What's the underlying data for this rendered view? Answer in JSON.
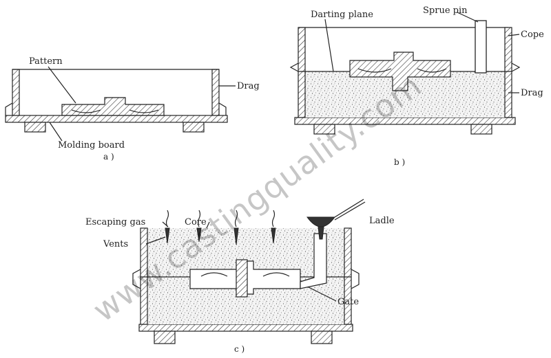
{
  "figure_a": {
    "labels": {
      "pattern": "Pattern",
      "drag": "Drag",
      "molding_board": "Molding board"
    },
    "caption": "a )"
  },
  "figure_b": {
    "labels": {
      "parting_plane": "Darting plane",
      "sprue_pin": "Sprue pin",
      "cope": "Cope",
      "drag": "Drag"
    },
    "caption": "b )"
  },
  "figure_c": {
    "labels": {
      "escaping_gas": "Escaping gas",
      "core": "Core",
      "ladle": "Ladle",
      "vents": "Vents",
      "gate": "Gate"
    },
    "caption": "c )"
  },
  "watermark": "www.castingquality.com"
}
